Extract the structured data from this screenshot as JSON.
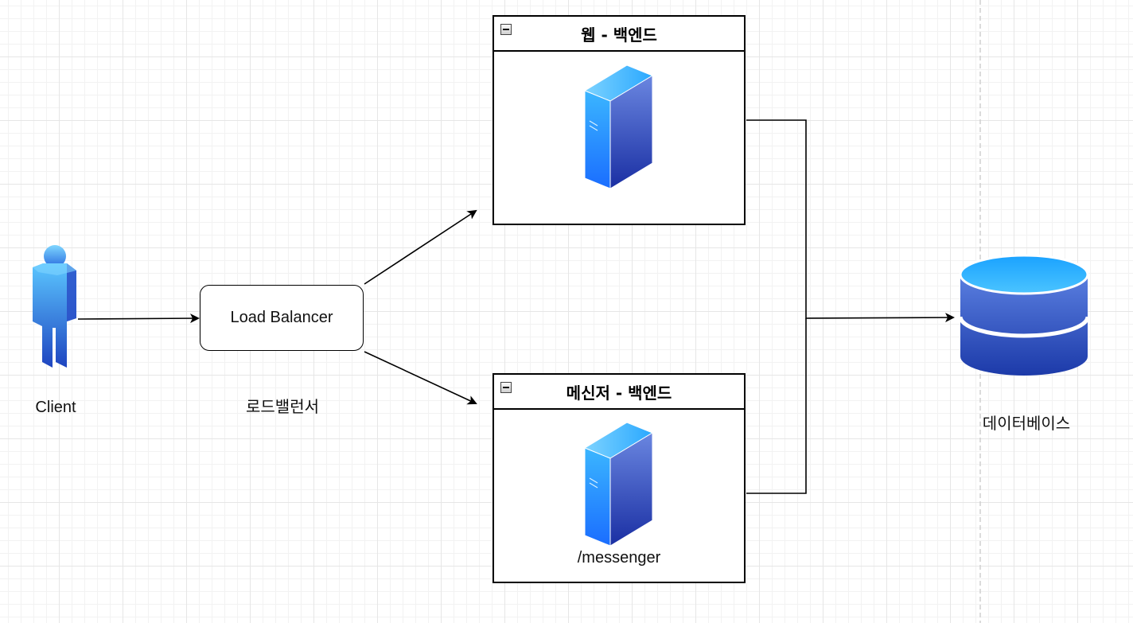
{
  "nodes": {
    "client": {
      "label": "Client"
    },
    "load_balancer": {
      "box_text": "Load Balancer",
      "caption": "로드밸런서"
    },
    "web_backend": {
      "title": "웹 - 백엔드"
    },
    "messenger_backend": {
      "title": "메신저 - 백엔드",
      "path_label": "/messenger"
    },
    "database": {
      "label": "데이터베이스"
    }
  },
  "colors": {
    "server_light": "#4fc3ff",
    "server_dark": "#1a3fb8",
    "user_light": "#5bc6ff",
    "user_dark": "#1f45c0",
    "db_top": "#2aaeff",
    "db_dark": "#1c3aa9",
    "edge": "#000000"
  },
  "icons": [
    "user-icon",
    "server-icon",
    "database-icon",
    "collapse-icon"
  ]
}
